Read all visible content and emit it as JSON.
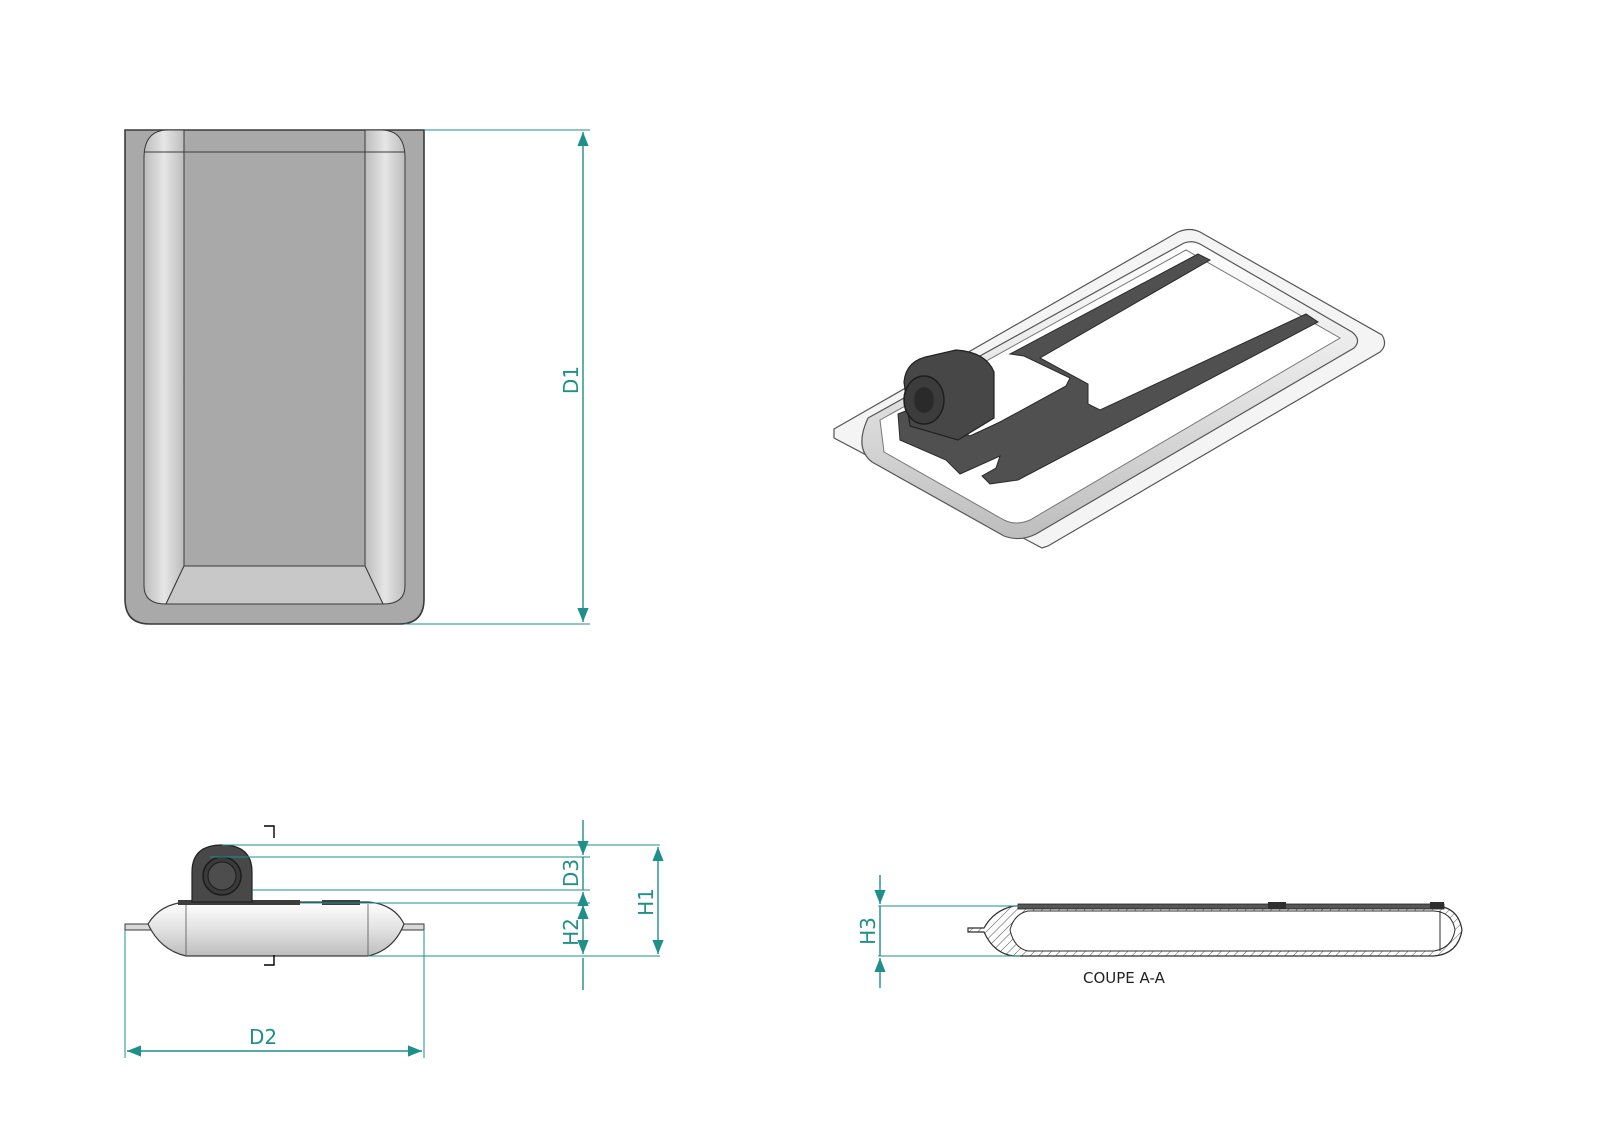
{
  "colors": {
    "dimension": "#1f8f8a",
    "outline": "#3a3a3a",
    "part_fill": "#a9a9a9",
    "clip_fill": "#4a4a4a",
    "light_fill": "#f2f2f2"
  },
  "views": {
    "top": {
      "name": "top-view"
    },
    "iso": {
      "name": "isometric-view"
    },
    "front": {
      "name": "front-view"
    },
    "section": {
      "name": "section-view"
    }
  },
  "dimensions": {
    "d1": "D1",
    "d2": "D2",
    "d3": "D3",
    "h1": "H1",
    "h2": "H2",
    "h3": "H3"
  },
  "section_caption": "COUPE A-A"
}
